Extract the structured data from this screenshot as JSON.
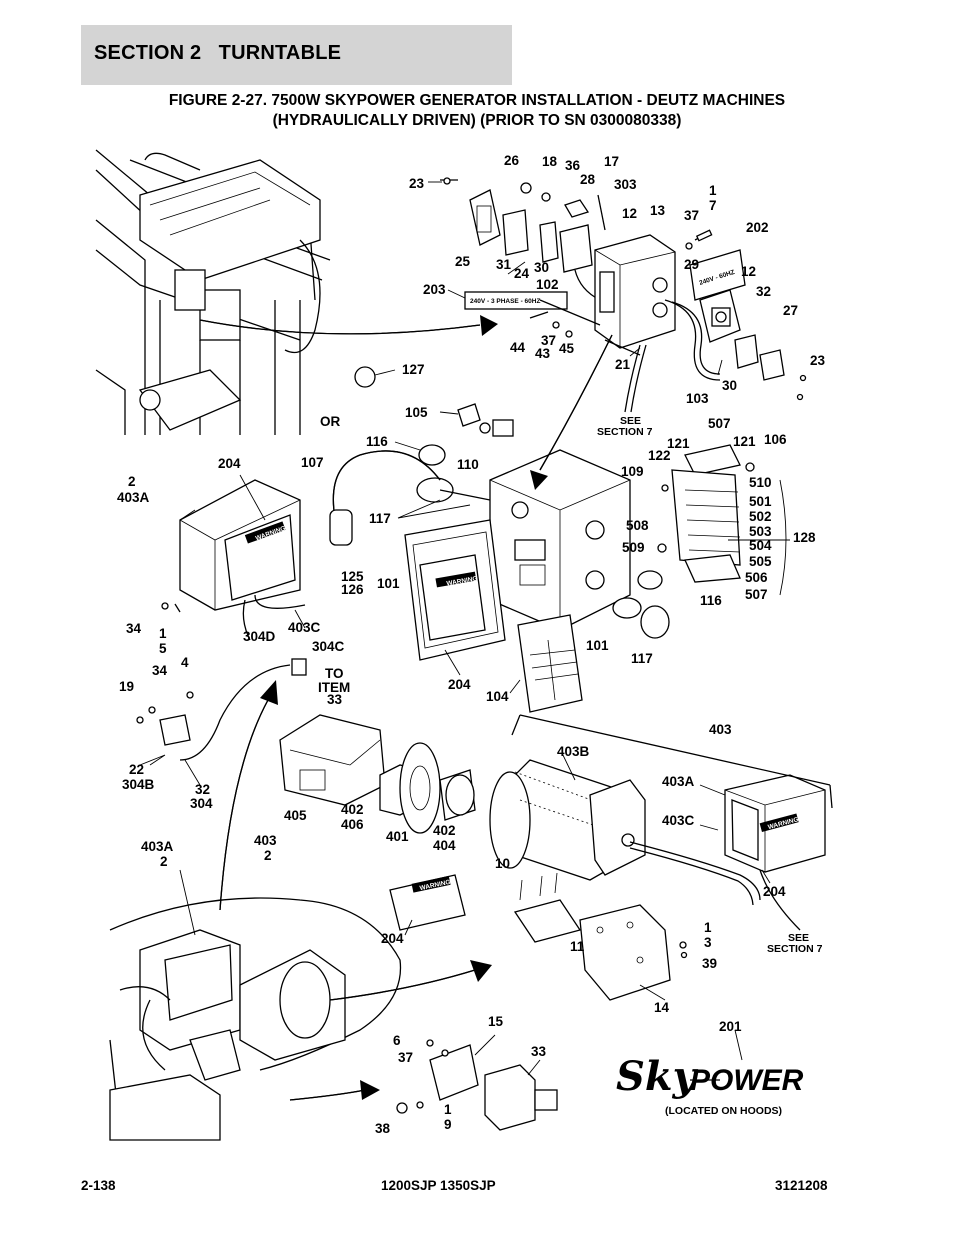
{
  "header": {
    "section": "SECTION 2   TURNTABLE"
  },
  "figure": {
    "title_line1": "FIGURE 2-27. 7500W SKYPOWER GENERATOR INSTALLATION - DEUTZ MACHINES",
    "title_line2": "(HYDRAULICALLY DRIVEN) (PRIOR TO SN 0300080338)"
  },
  "labels": {
    "plate_203": "240V - 3 PHASE - 60HZ",
    "plate_202": "240V - 60HZ",
    "warning": "WARNING",
    "see_section_7a": "SEE",
    "see_section_7b": "SECTION 7",
    "or": "OR",
    "to_item": "TO",
    "to_item2": "ITEM",
    "to_item3": "33",
    "skypower_logo_1": "Sky",
    "skypower_logo_2": "POWER",
    "located_on_hoods": "(LOCATED ON HOODS)"
  },
  "callouts": [
    "23",
    "26",
    "18",
    "36",
    "17",
    "28",
    "303",
    "1",
    "7",
    "12",
    "13",
    "37",
    "202",
    "25",
    "31",
    "24",
    "30",
    "102",
    "29",
    "12",
    "32",
    "27",
    "203",
    "44",
    "37",
    "43",
    "45",
    "21",
    "30",
    "103",
    "23",
    "127",
    "105",
    "OR",
    "110",
    "116",
    "507",
    "121",
    "106",
    "122",
    "121",
    "109",
    "510",
    "501",
    "502",
    "503",
    "504",
    "505",
    "506",
    "507",
    "508",
    "509",
    "128",
    "2",
    "403A",
    "204",
    "107",
    "117",
    "125",
    "126",
    "101",
    "34",
    "1",
    "5",
    "304D",
    "403C",
    "304C",
    "4",
    "34",
    "19",
    "22",
    "304B",
    "32",
    "304",
    "204",
    "104",
    "101",
    "116",
    "117",
    "403",
    "403B",
    "403A",
    "403C",
    "405",
    "402",
    "406",
    "401",
    "402",
    "404",
    "204",
    "10",
    "11",
    "1",
    "3",
    "39",
    "14",
    "403A",
    "2",
    "403",
    "2",
    "204",
    "201",
    "15",
    "6",
    "37",
    "33",
    "38",
    "1",
    "9",
    "SEE SECTION 7"
  ],
  "footer": {
    "page": "2-138",
    "model": "1200SJP 1350SJP",
    "doc_number": "3121208"
  }
}
